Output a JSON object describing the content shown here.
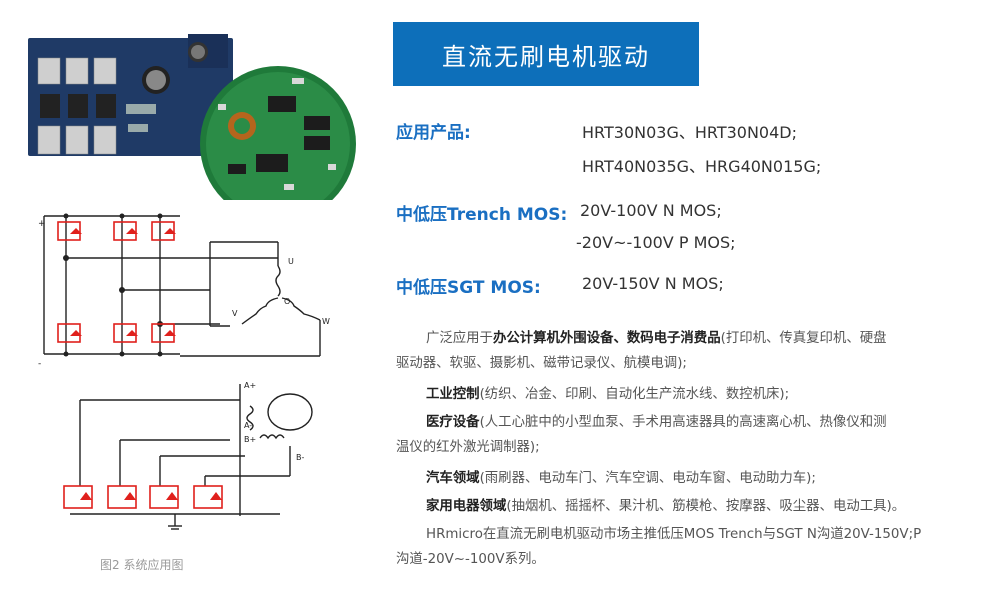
{
  "title": "直流无刷电机驱动",
  "specs": {
    "application_label": "应用产品:",
    "application_line1": "HRT30N03G、HRT30N04D;",
    "application_line2": "HRT40N035G、HRG40N015G;",
    "trench_label": "中低压Trench MOS:",
    "trench_line1": "20V-100V N MOS;",
    "trench_line2": "-20V~-100V P MOS;",
    "sgt_label": "中低压SGT MOS:",
    "sgt_line1": "20V-150V N MOS;"
  },
  "description": {
    "p1_prefix": "广泛应用于",
    "p1_bold": "办公计算机外围设备、数码电子消费品",
    "p1_rest_line1": "(打印机、传真复印机、硬盘",
    "p1_line2": "驱动器、软驱、摄影机、磁带记录仪、航模电调);",
    "p2_bold": "工业控制",
    "p2_rest": "(纺织、冶金、印刷、自动化生产流水线、数控机床);",
    "p3_bold": "医疗设备",
    "p3_rest_line1": "(人工心脏中的小型血泵、手术用高速器具的高速离心机、热像仪和测",
    "p3_line2": "温仪的红外激光调制器);",
    "p4_bold": "汽车领域",
    "p4_rest": "(雨刷器、电动车门、汽车空调、电动车窗、电动助力车);",
    "p5_bold": "家用电器领域",
    "p5_rest": "(抽烟机、摇摇杯、果汁机、筋模枪、按摩器、吸尘器、电动工具)。",
    "p6_line1": "HRmicro在直流无刷电机驱动市场主推低压MOS Trench与SGT N沟道20V-150V;P",
    "p6_line2": "沟道-20V~-100V系列。"
  },
  "figure": {
    "caption": "图2 系统应用图",
    "top_labels": {
      "plus": "+",
      "minus": "-",
      "u": "U",
      "v": "V",
      "w": "W",
      "o": "O"
    },
    "bottom_labels": {
      "a_plus": "A+",
      "a_minus": "A-",
      "b_plus": "B+",
      "b_minus": "B-"
    }
  }
}
